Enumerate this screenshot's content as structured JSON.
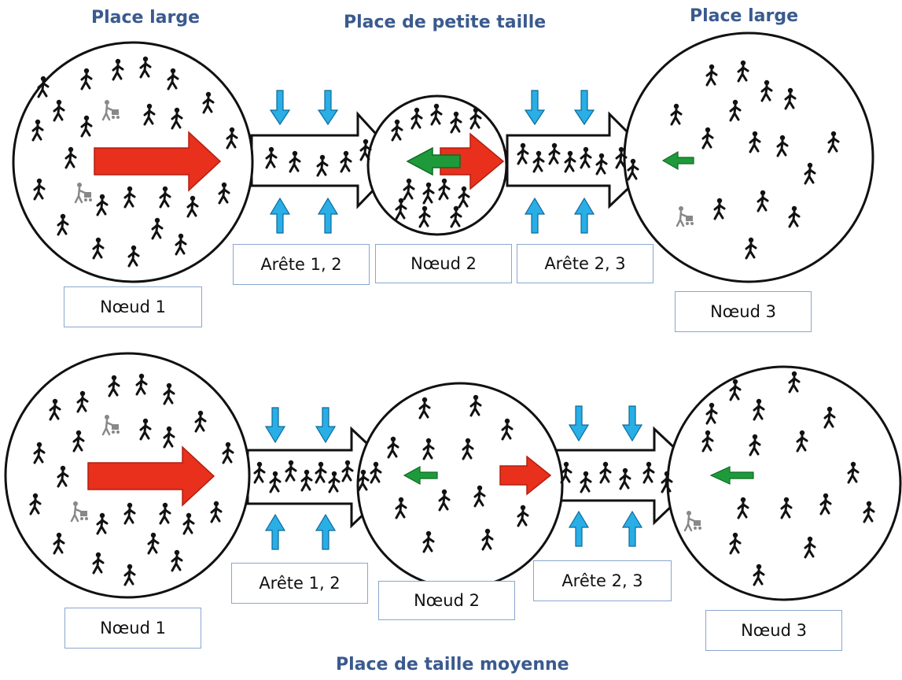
{
  "titles": {
    "top_left": "Place large",
    "top_center": "Place de petite taille",
    "top_right": "Place large",
    "bottom_center": "Place de taille moyenne"
  },
  "top_row": {
    "node1": "Nœud 1",
    "edge12": "Arête 1, 2",
    "node2": "Nœud 2",
    "edge23": "Arête 2, 3",
    "node3": "Nœud 3"
  },
  "bottom_row": {
    "node1": "Nœud 1",
    "edge12": "Arête 1, 2",
    "node2": "Nœud 2",
    "edge23": "Arête 2, 3",
    "node3": "Nœud 3"
  },
  "colors": {
    "title": "#3a5a8e",
    "flow_arrow": "#e8301c",
    "counter_arrow": "#1e9a3a",
    "side_arrow": "#29aee6",
    "label_border": "#8aa6cf"
  },
  "icons": {
    "walker": "walking-person-icon",
    "stroller": "person-with-stroller-icon"
  }
}
